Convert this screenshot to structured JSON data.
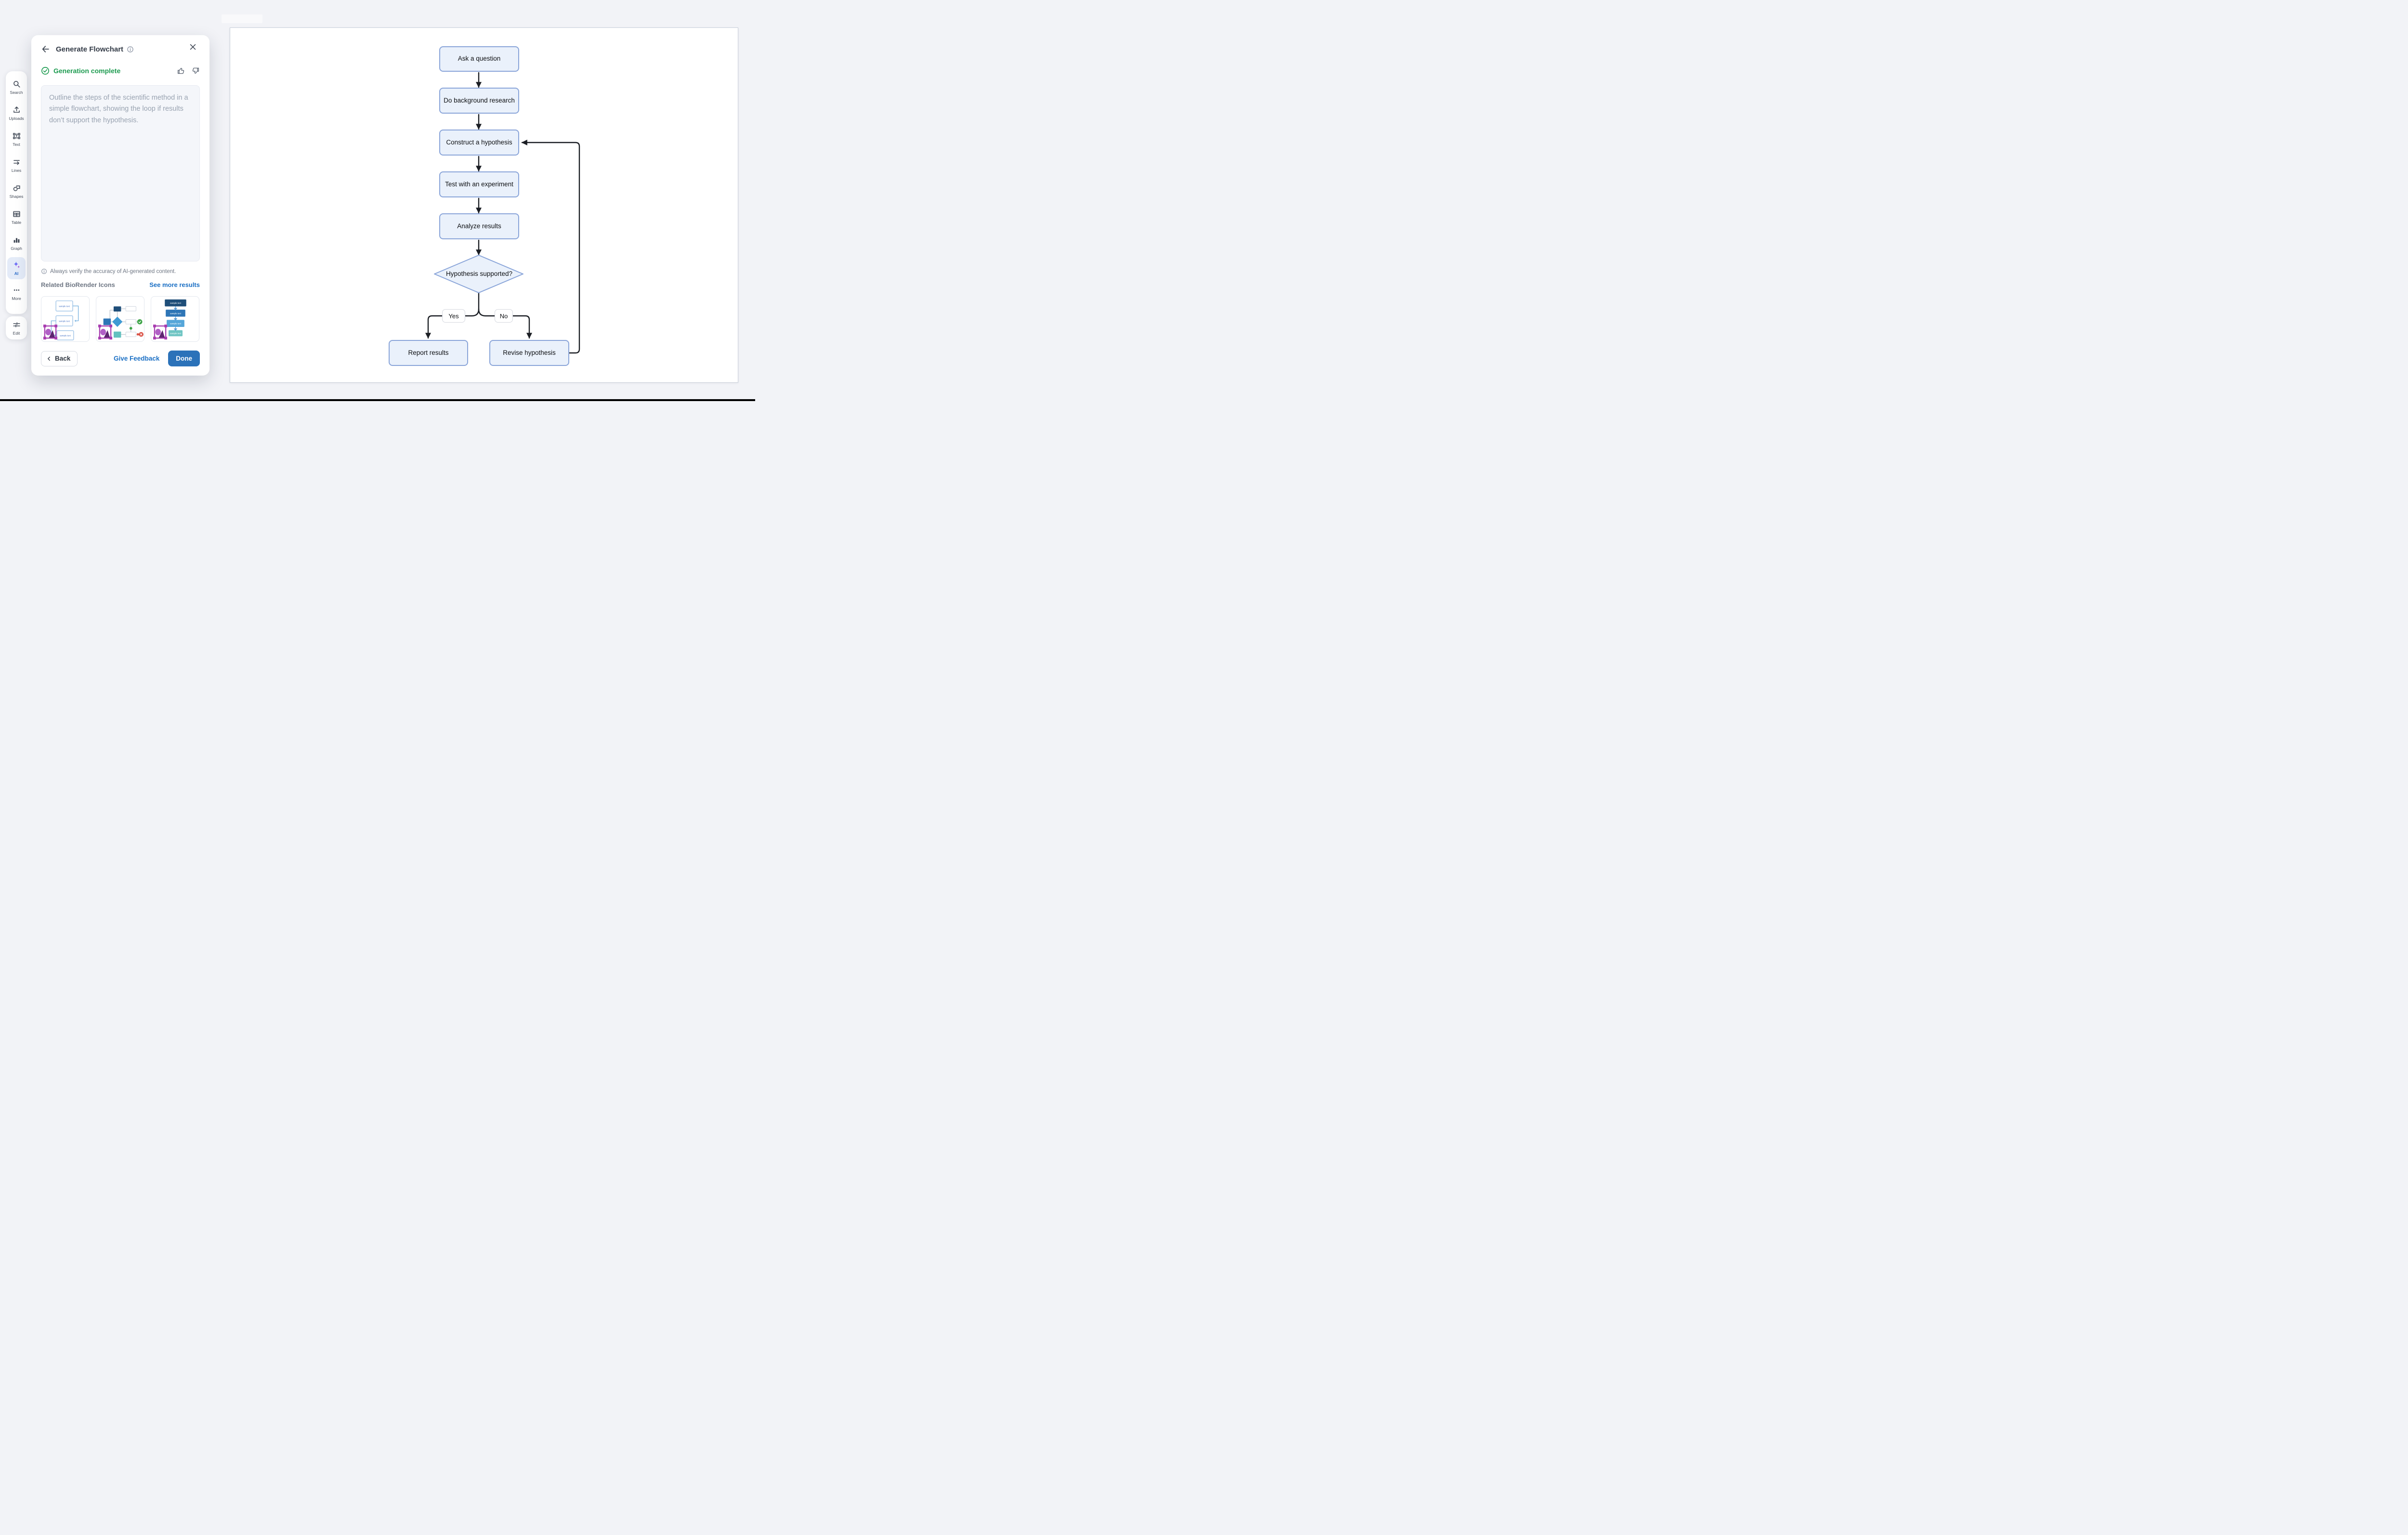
{
  "colors": {
    "background": "#f2f3f7",
    "accent_blue": "#2b72b9",
    "link_blue": "#1a6fc4",
    "success_green": "#1d9b50",
    "node_fill": "#eaf1fb",
    "node_border": "#8aa5d9",
    "connector": "#1b1e24",
    "ai_gradient_start": "#3b82f6",
    "ai_gradient_end": "#8b5cf6"
  },
  "sidebar": {
    "items": [
      {
        "label": "Search",
        "icon": "search-icon"
      },
      {
        "label": "Uploads",
        "icon": "upload-icon"
      },
      {
        "label": "Text",
        "icon": "text-icon"
      },
      {
        "label": "Lines",
        "icon": "arrow-line-icon"
      },
      {
        "label": "Shapes",
        "icon": "shapes-icon"
      },
      {
        "label": "Table",
        "icon": "table-icon"
      },
      {
        "label": "Graph",
        "icon": "bar-graph-icon"
      },
      {
        "label": "AI",
        "icon": "ai-sparkle-icon",
        "active": true
      },
      {
        "label": "More",
        "icon": "ellipsis-icon"
      }
    ],
    "edit": {
      "label": "Edit",
      "icon": "sliders-icon"
    }
  },
  "panel": {
    "title": "Generate Flowchart",
    "status": {
      "label": "Generation complete"
    },
    "prompt": "Outline the steps of the scientific method in a simple flowchart, showing the loop if results don’t support the hypothesis.",
    "disclaimer": "Always verify the accuracy of AI-generated content.",
    "related": {
      "title": "Related BioRender Icons",
      "link": "See more results"
    },
    "thumbnails": {
      "sample_label": "sample text",
      "count": 3
    },
    "footer": {
      "back": "Back",
      "feedback": "Give Feedback",
      "done": "Done"
    }
  },
  "flowchart": {
    "nodes": [
      {
        "id": "ask",
        "type": "process",
        "label": "Ask a question"
      },
      {
        "id": "research",
        "type": "process",
        "label": "Do background research"
      },
      {
        "id": "hypothesis",
        "type": "process",
        "label": "Construct a hypothesis"
      },
      {
        "id": "test",
        "type": "process",
        "label": "Test with an experiment"
      },
      {
        "id": "analyze",
        "type": "process",
        "label": "Analyze results"
      },
      {
        "id": "decision",
        "type": "decision",
        "label": "Hypothesis supported?"
      },
      {
        "id": "report",
        "type": "process",
        "label": "Report results"
      },
      {
        "id": "revise",
        "type": "process",
        "label": "Revise hypothesis"
      }
    ],
    "edges": [
      {
        "from": "ask",
        "to": "research"
      },
      {
        "from": "research",
        "to": "hypothesis"
      },
      {
        "from": "hypothesis",
        "to": "test"
      },
      {
        "from": "test",
        "to": "analyze"
      },
      {
        "from": "analyze",
        "to": "decision"
      },
      {
        "from": "decision",
        "to": "report",
        "label": "Yes"
      },
      {
        "from": "decision",
        "to": "revise",
        "label": "No"
      },
      {
        "from": "revise",
        "to": "hypothesis",
        "label": ""
      }
    ],
    "branch_labels": {
      "yes": "Yes",
      "no": "No"
    }
  }
}
